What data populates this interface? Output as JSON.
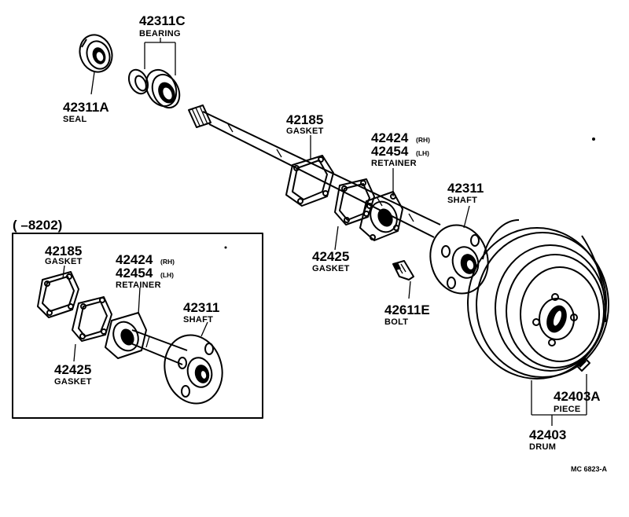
{
  "labels": {
    "bearing_num": "42311C",
    "bearing_cap": "BEARING",
    "seal_num": "42311A",
    "seal_cap": "SEAL",
    "gasket_main_num": "42185",
    "gasket_main_cap": "GASKET",
    "retainer_main_num1": "42424",
    "retainer_main_suf1": "(RH)",
    "retainer_main_num2": "42454",
    "retainer_main_suf2": "(LH)",
    "retainer_main_cap": "RETAINER",
    "shaft_main_num": "42311",
    "shaft_main_cap": "SHAFT",
    "gasket2_main_num": "42425",
    "gasket2_main_cap": "GASKET",
    "bolt_num": "42611E",
    "bolt_cap": "BOLT",
    "piece_num": "42403A",
    "piece_cap": "PIECE",
    "drum_num": "42403",
    "drum_cap": "DRUM",
    "inset_range": "(        –8202)",
    "inset_gasket_num": "42185",
    "inset_gasket_cap": "GASKET",
    "inset_retainer_num1": "42424",
    "inset_retainer_suf1": "(RH)",
    "inset_retainer_num2": "42454",
    "inset_retainer_suf2": "(LH)",
    "inset_retainer_cap": "RETAINER",
    "inset_shaft_num": "42311",
    "inset_shaft_cap": "SHAFT",
    "inset_gasket2_num": "42425",
    "inset_gasket2_cap": "GASKET",
    "figure_code": "MC  6823-A"
  }
}
